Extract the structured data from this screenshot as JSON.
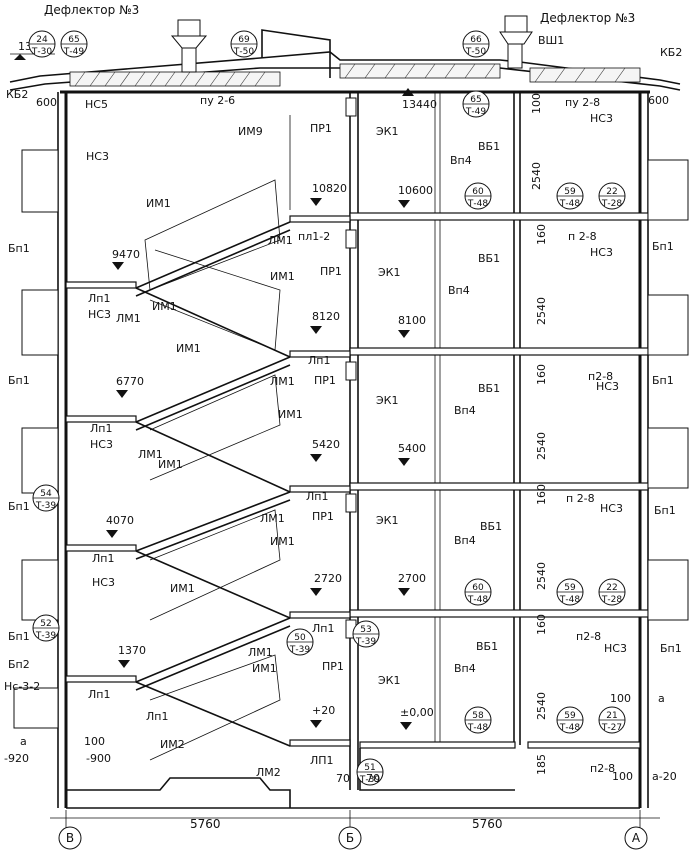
{
  "deflectors": {
    "left": "Дефлектор №3",
    "right": "Дефлектор №3"
  },
  "roof": {
    "elev_top": "13665",
    "elev_roof": "13440",
    "kb_left": "КБ2",
    "kb_right": "КБ2",
    "vsh": "ВШ1",
    "dim_left": "600",
    "dim_right": "600",
    "pu_left": "пу 2-6",
    "pu_right": "пу 2-8",
    "dim_100": "100",
    "ns_left": "НС5",
    "ns_right": "НС3"
  },
  "refs": [
    {
      "num": "24",
      "sheet": "Т-30"
    },
    {
      "num": "65",
      "sheet": "Т-49"
    },
    {
      "num": "69",
      "sheet": "Т-50"
    },
    {
      "num": "66",
      "sheet": "Т-50"
    },
    {
      "num": "65",
      "sheet": "Т-49"
    },
    {
      "num": "60",
      "sheet": "Т-48"
    },
    {
      "num": "59",
      "sheet": "Т-48"
    },
    {
      "num": "22",
      "sheet": "Т-28"
    },
    {
      "num": "54",
      "sheet": "Т-39"
    },
    {
      "num": "52",
      "sheet": "Т-39"
    },
    {
      "num": "60",
      "sheet": "Т-48"
    },
    {
      "num": "59",
      "sheet": "Т-48"
    },
    {
      "num": "22",
      "sheet": "Т-28"
    },
    {
      "num": "50",
      "sheet": "Т-39"
    },
    {
      "num": "53",
      "sheet": "Т-39"
    },
    {
      "num": "58",
      "sheet": "Т-48"
    },
    {
      "num": "59",
      "sheet": "Т-48"
    },
    {
      "num": "21",
      "sheet": "Т-27"
    },
    {
      "num": "51",
      "sheet": "Т-39"
    }
  ],
  "elevations": {
    "e10820": "10820",
    "e10600": "10600",
    "e9470": "9470",
    "e8120": "8120",
    "e8100": "8100",
    "e6770": "6770",
    "e5420": "5420",
    "e5400": "5400",
    "e4070": "4070",
    "e2720": "2720",
    "e2700": "2700",
    "e1370": "1370",
    "e20": "+20",
    "e000": "±0,00",
    "e920": "-920",
    "e900": "-900"
  },
  "labels": {
    "im9": "ИМ9",
    "pr1": "ПР1",
    "ek1": "ЭК1",
    "ek1b": "ЭК1",
    "vp4": "Вп4",
    "vb1": "ВБ1",
    "im1": "ИМ1",
    "lm1": "ЛМ1",
    "im2": "ИМ2",
    "lm2": "ЛМ2",
    "lp1": "Лп1",
    "lp1_caps": "ЛП1",
    "pl12": "пл1-2",
    "ns3": "НС3",
    "bp1": "Бп1",
    "bp2": "Бп2",
    "ns32": "Нс-3-2",
    "p28": "п 2-8",
    "p28b": "п2-8",
    "h2540": "2540",
    "h160": "160",
    "h185": "185",
    "a": "а",
    "a20": "а-20",
    "d100": "100",
    "d70": "70",
    "span": "5760"
  },
  "axes": {
    "left": "В",
    "mid": "Б",
    "right": "А"
  }
}
